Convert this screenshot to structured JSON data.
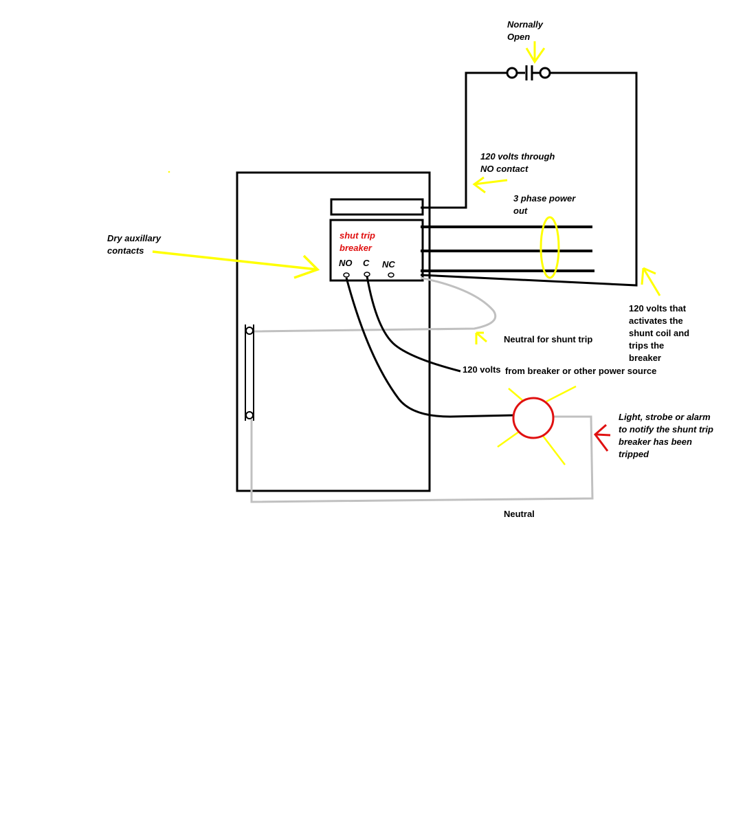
{
  "colors": {
    "wire_hot": "#000000",
    "wire_neutral": "#c0c0c0",
    "arrow_annotation": "#ffff00",
    "arrow_alert": "#e01010",
    "lamp_outline": "#e01010",
    "lamp_rays": "#ffff00",
    "breaker_text": "#e01010"
  },
  "labels": {
    "normally_open_line1": "Nornally",
    "normally_open_line2": "Open",
    "no_contact_line1": "120 volts through",
    "no_contact_line2": "NO contact",
    "three_phase_line1": "3 phase power",
    "three_phase_line2": "out",
    "dry_aux_line1": "Dry auxillary",
    "dry_aux_line2": "contacts",
    "breaker_line1": "shut trip",
    "breaker_line2": "breaker",
    "terminal_no": "NO",
    "terminal_c": "C",
    "terminal_nc": "NC",
    "shunt_activate_line1": "120 volts that",
    "shunt_activate_line2": "activates the",
    "shunt_activate_line3": "shunt coil and",
    "shunt_activate_line4": "trips the",
    "shunt_activate_line5": "breaker",
    "neutral_shunt": "Neutral for shunt trip",
    "volts_120": "120 volts",
    "from_breaker": "from breaker or other power source",
    "light_line1": "Light, strobe or alarm",
    "light_line2": "to notify the shunt trip",
    "light_line3": "breaker has been",
    "light_line4": "tripped",
    "neutral": "Neutral"
  }
}
